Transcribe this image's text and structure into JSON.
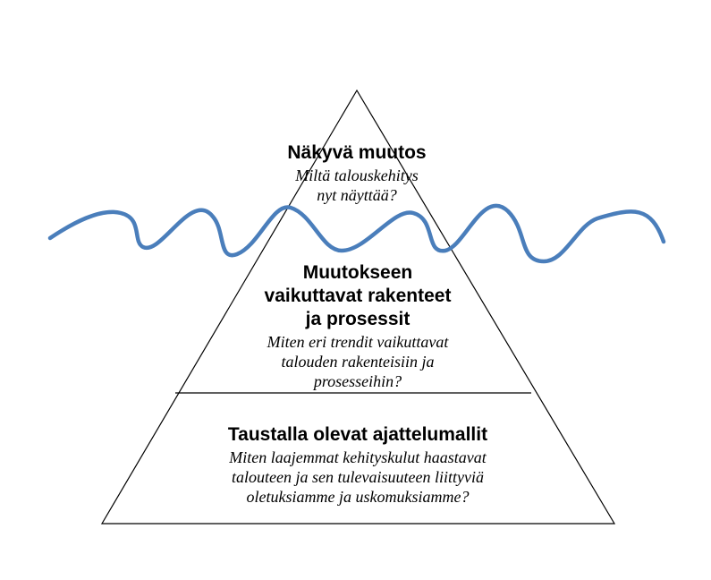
{
  "top": {
    "title": "Näkyvä muutos",
    "question_lines": [
      "Miltä talouskehitys",
      "nyt näyttää?"
    ]
  },
  "middle": {
    "title_lines": [
      "Muutokseen",
      "vaikuttavat rakenteet",
      "ja prosessit"
    ],
    "question_lines": [
      "Miten eri trendit vaikuttavat",
      "talouden rakenteisiin ja",
      "prosesseihin?"
    ]
  },
  "bottom": {
    "title": "Taustalla olevat ajattelumallit",
    "question_lines": [
      "Miten laajemmat kehityskulut haastavat",
      "talouteen ja sen tulevaisuuteen liittyviä",
      "oletuksiamme ja uskomuksiamme?"
    ]
  },
  "colors": {
    "outline": "#000000",
    "wave": "#4a7ebb"
  }
}
